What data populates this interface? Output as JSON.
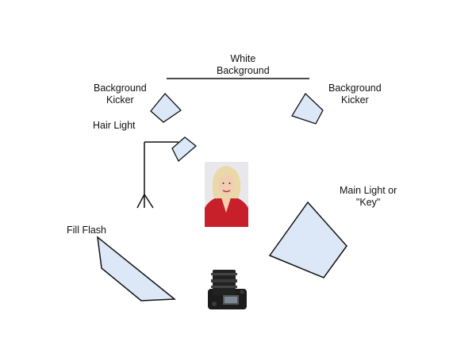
{
  "labels": {
    "white_background": [
      "White",
      "Background"
    ],
    "background_kicker_left": [
      "Background",
      "Kicker"
    ],
    "background_kicker_right": [
      "Background",
      "Kicker"
    ],
    "hair_light": "Hair Light",
    "main_light": [
      "Main Light or",
      "\"Key\""
    ],
    "fill_flash": "Fill Flash"
  },
  "colors": {
    "softbox_fill": "#dce8f7",
    "stroke": "#111111",
    "jacket": "#c8202a",
    "hair": "#ead9a6",
    "skin": "#f1cdb3",
    "camera_body": "#1c1c1c"
  },
  "icons": {
    "subject": "portrait-photo-icon",
    "camera": "dslr-camera-icon",
    "stand": "light-stand-icon"
  }
}
